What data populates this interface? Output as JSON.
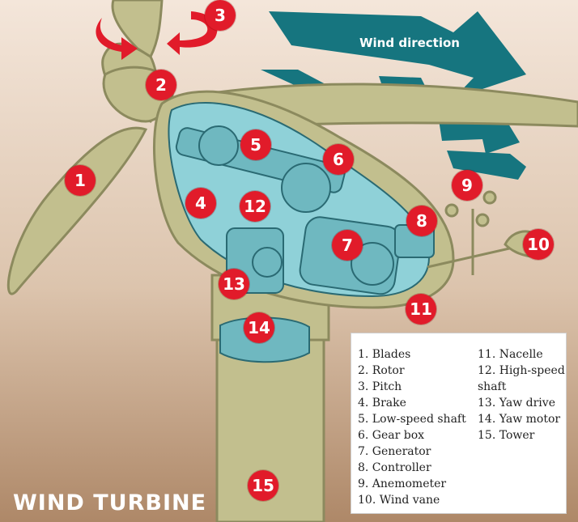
{
  "title": "WIND TURBINE",
  "wind_label": "Wind direction",
  "colors": {
    "body": "#c2bf8e",
    "outline": "#8c8a5e",
    "interior": "#8fd1d8",
    "badge": "#e11b2a",
    "arrows": "#16757f",
    "background_top": "#f2e3d6",
    "background_bottom": "#b38d6d"
  },
  "badges": [
    "1",
    "2",
    "3",
    "4",
    "5",
    "6",
    "7",
    "8",
    "9",
    "10",
    "11",
    "12",
    "13",
    "14",
    "15"
  ],
  "legend": {
    "col1": [
      "1. Blades",
      "2. Rotor",
      "3. Pitch",
      "4. Brake",
      "5. Low-speed shaft",
      "6. Gear box",
      "7. Generator",
      "8. Controller",
      "9. Anemometer",
      "10. Wind vane"
    ],
    "col2": [
      "11. Nacelle",
      "12. High-speed shaft",
      "13. Yaw drive",
      "14. Yaw motor",
      "15. Tower"
    ]
  }
}
